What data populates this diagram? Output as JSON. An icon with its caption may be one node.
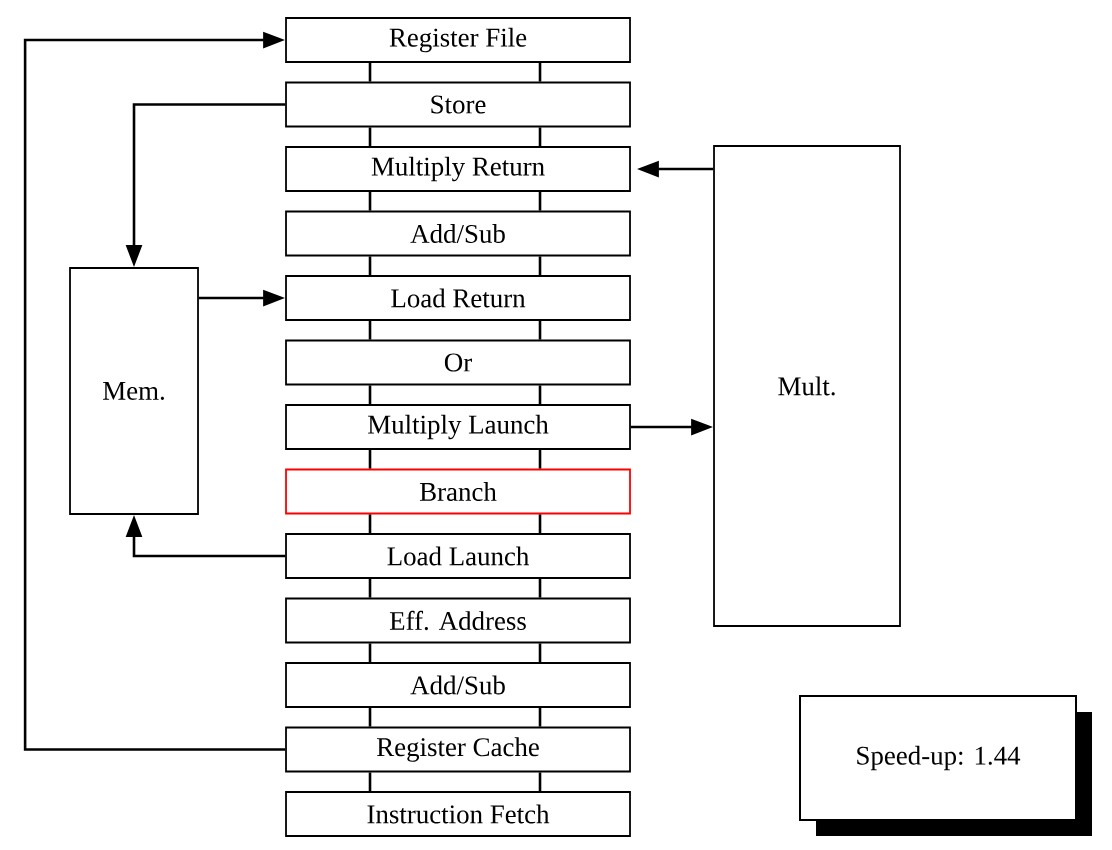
{
  "diagram": {
    "nodes": [
      {
        "text": [
          "Register File"
        ]
      },
      {
        "text": [
          "Store"
        ]
      },
      {
        "text": [
          "Multiply Return"
        ]
      },
      {
        "text": [
          "Add/Sub"
        ]
      },
      {
        "text": [
          "Load Return"
        ]
      },
      {
        "text": [
          "Or"
        ]
      },
      {
        "text": [
          "Multiply Launch"
        ]
      },
      {
        "text": [
          "Branch"
        ]
      },
      {
        "text": [
          "Load Launch"
        ]
      },
      {
        "text": [
          "Eff. Address"
        ]
      },
      {
        "text": [
          "Add/Sub"
        ]
      },
      {
        "text": [
          "Register Cache"
        ]
      },
      {
        "text": [
          "Instruction Fetch"
        ]
      },
      {
        "text": [
          "Mem."
        ]
      },
      {
        "text": [
          "Mult."
        ]
      },
      {
        "text": [
          "Speed-up: 1.44"
        ]
      }
    ],
    "edges": [
      {
        "from": 0,
        "to": 1,
        "arrow": "none"
      },
      {
        "from": 0,
        "to": 1,
        "arrow": "none"
      },
      {
        "from": 1,
        "to": 2,
        "arrow": "none"
      },
      {
        "from": 1,
        "to": 2,
        "arrow": "none"
      },
      {
        "from": 2,
        "to": 3,
        "arrow": "none"
      },
      {
        "from": 2,
        "to": 3,
        "arrow": "none"
      },
      {
        "from": 3,
        "to": 4,
        "arrow": "none"
      },
      {
        "from": 3,
        "to": 4,
        "arrow": "none"
      },
      {
        "from": 4,
        "to": 5,
        "arrow": "none"
      },
      {
        "from": 4,
        "to": 5,
        "arrow": "none"
      },
      {
        "from": 5,
        "to": 6,
        "arrow": "none"
      },
      {
        "from": 5,
        "to": 6,
        "arrow": "none"
      },
      {
        "from": 6,
        "to": 7,
        "arrow": "none"
      },
      {
        "from": 6,
        "to": 7,
        "arrow": "none"
      },
      {
        "from": 7,
        "to": 8,
        "arrow": "none"
      },
      {
        "from": 7,
        "to": 8,
        "arrow": "none"
      },
      {
        "from": 8,
        "to": 9,
        "arrow": "none"
      },
      {
        "from": 8,
        "to": 9,
        "arrow": "none"
      },
      {
        "from": 9,
        "to": 10,
        "arrow": "none"
      },
      {
        "from": 9,
        "to": 10,
        "arrow": "none"
      },
      {
        "from": 10,
        "to": 11,
        "arrow": "none"
      },
      {
        "from": 10,
        "to": 11,
        "arrow": "none"
      },
      {
        "from": 11,
        "to": 12,
        "arrow": "none"
      },
      {
        "from": 11,
        "to": 12,
        "arrow": "none"
      },
      {
        "from": 11,
        "to": 0,
        "arrow": "to"
      },
      {
        "from": 1,
        "to": 13,
        "arrow": "to"
      },
      {
        "from": 13,
        "to": 4,
        "arrow": "to"
      },
      {
        "from": 8,
        "to": 13,
        "arrow": "to"
      },
      {
        "from": 14,
        "to": 2,
        "arrow": "to"
      },
      {
        "from": 6,
        "to": 14,
        "arrow": "to"
      }
    ]
  }
}
